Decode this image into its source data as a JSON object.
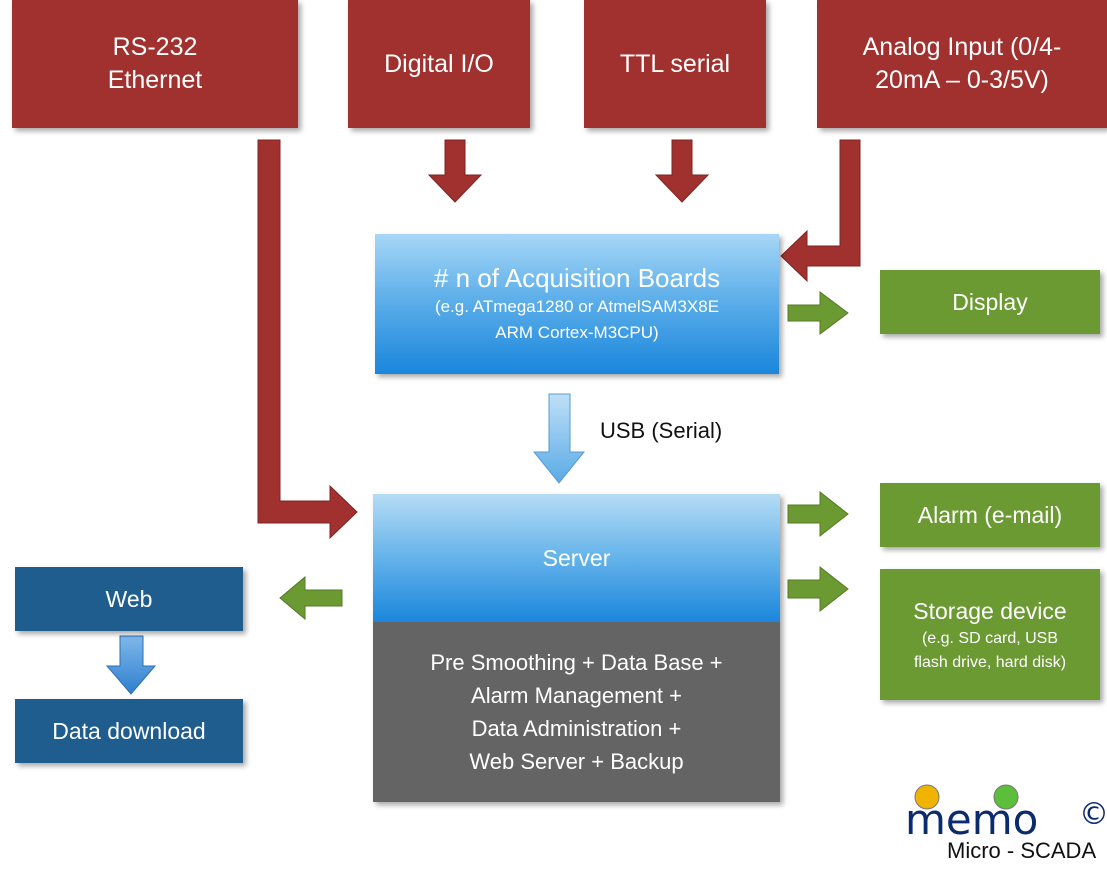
{
  "inputs": {
    "rs232": [
      "RS-232",
      "Ethernet"
    ],
    "digital": "Digital I/O",
    "ttl": "TTL serial",
    "analog": [
      "Analog Input (0/4-",
      "20mA – 0-3/5V)"
    ]
  },
  "acquisition": {
    "title": "# n of Acquisition Boards",
    "detail": [
      "(e.g. ATmega1280 or AtmelSAM3X8E",
      "ARM Cortex-M3CPU)"
    ]
  },
  "usb_label": "USB (Serial)",
  "server": {
    "title": "Server",
    "functions": [
      "Pre Smoothing + Data Base +",
      "Alarm Management +",
      "Data Administration +",
      "Web Server + Backup"
    ]
  },
  "outputs": {
    "display": "Display",
    "alarm": "Alarm (e-mail)",
    "storage": {
      "title": "Storage device",
      "detail": [
        "(e.g. SD card, USB",
        "flash drive, hard disk)"
      ]
    }
  },
  "web": {
    "web": "Web",
    "download": "Data download"
  },
  "logo": {
    "text": "memo",
    "copyright": "©",
    "caption": "Micro - SCADA"
  },
  "colors": {
    "input_red": "#a0312e",
    "output_green": "#6b9932",
    "web_blue": "#1e5d8e",
    "server_gray": "#646464"
  }
}
